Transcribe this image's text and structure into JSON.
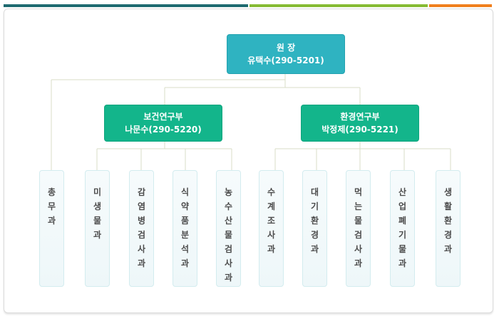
{
  "colors": {
    "bar_left": "#1e6a70",
    "bar_mid": "#86bb34",
    "bar_right": "#f07f1d",
    "head": "#2fb3c1",
    "dept": "#13b58b",
    "connector": "#d9ddc7"
  },
  "head": {
    "title": "원 장",
    "person": "유택수(290-5201)"
  },
  "departments": [
    {
      "title": "보건연구부",
      "person": "나문수(290-5220)"
    },
    {
      "title": "환경연구부",
      "person": "박정제(290-5221)"
    }
  ],
  "units": [
    "총무과",
    "미생물과",
    "감염병검사과",
    "식약품분석과",
    "농수산물검사과",
    "수계조사과",
    "대기환경과",
    "먹는물검사과",
    "산업폐기물과",
    "생활환경과"
  ]
}
